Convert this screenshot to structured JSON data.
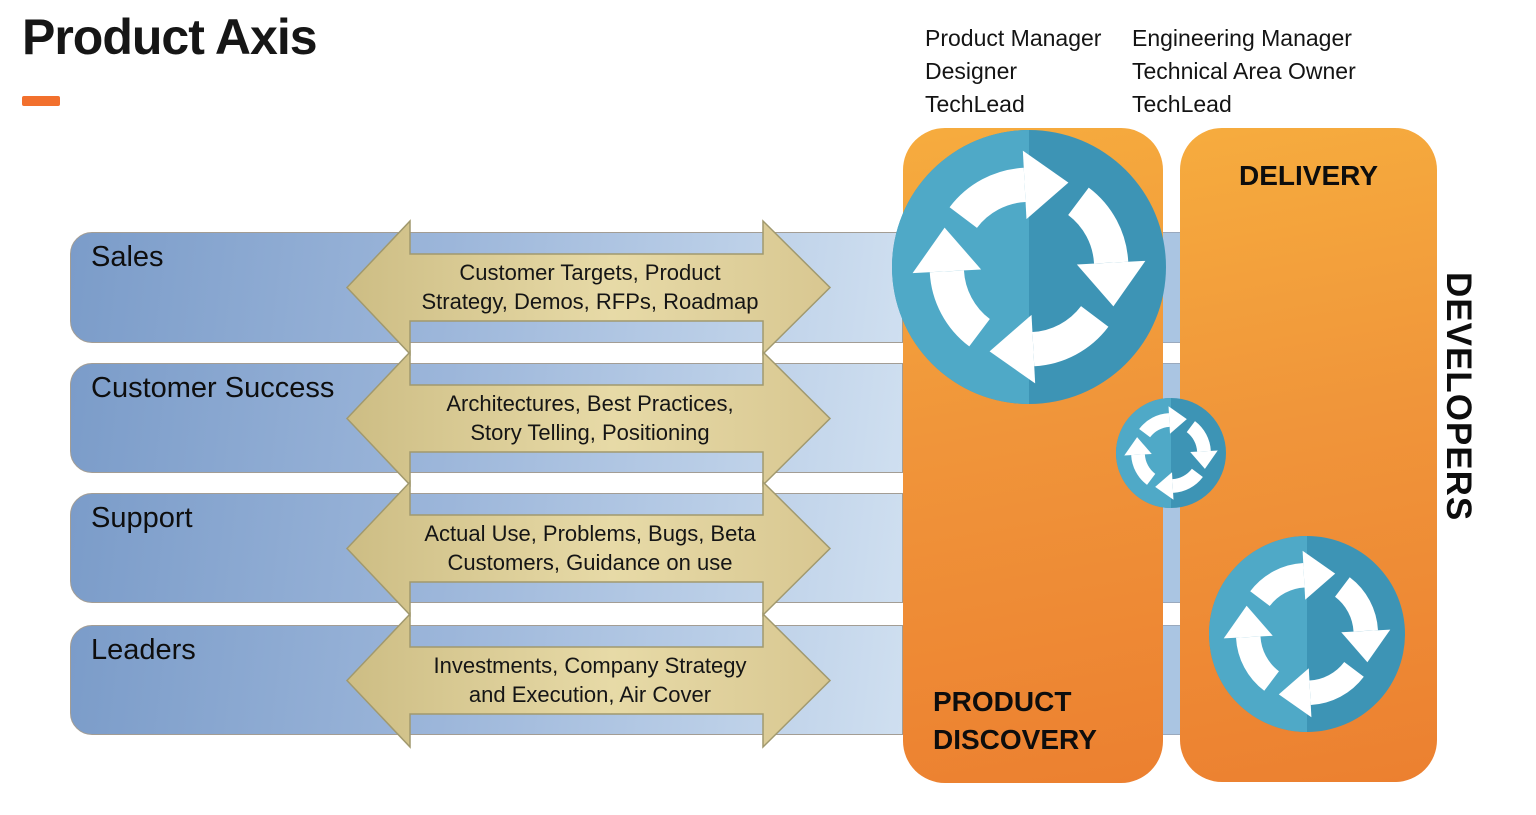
{
  "title": "Product Axis",
  "roles": {
    "discovery": {
      "line1": "Product Manager",
      "line2": "Designer",
      "line3": "TechLead"
    },
    "delivery": {
      "line1": "Engineering Manager",
      "line2": "Technical Area Owner",
      "line3": "TechLead"
    }
  },
  "rows": [
    {
      "label": "Sales",
      "arrow_line1": "Customer Targets, Product",
      "arrow_line2": "Strategy, Demos, RFPs, Roadmap"
    },
    {
      "label": "Customer Success",
      "arrow_line1": "Architectures, Best Practices,",
      "arrow_line2": "Story Telling, Positioning"
    },
    {
      "label": "Support",
      "arrow_line1": "Actual Use, Problems, Bugs, Beta",
      "arrow_line2": "Customers, Guidance on use"
    },
    {
      "label": "Leaders",
      "arrow_line1": "Investments, Company Strategy",
      "arrow_line2": "and Execution, Air Cover"
    }
  ],
  "panels": {
    "discovery": {
      "label_line1": "PRODUCT",
      "label_line2": "DISCOVERY"
    },
    "delivery": {
      "label": "DELIVERY"
    }
  },
  "side_label": "DEVELOPERS",
  "icons": {
    "cycle": "cycle-sync-arrows-icon"
  },
  "colors": {
    "accent_orange": "#f2702d",
    "panel_orange_top": "#f6ac3e",
    "panel_orange_bottom": "#ec8030",
    "bar_blue_left": "#7b9cc9",
    "bar_blue_right": "#cfdff0",
    "connector_blue": "#aac5e2",
    "arrow_tan": "#dccb94",
    "circle_teal_dark": "#3d94b5",
    "circle_teal_light": "#4fa9c7"
  }
}
